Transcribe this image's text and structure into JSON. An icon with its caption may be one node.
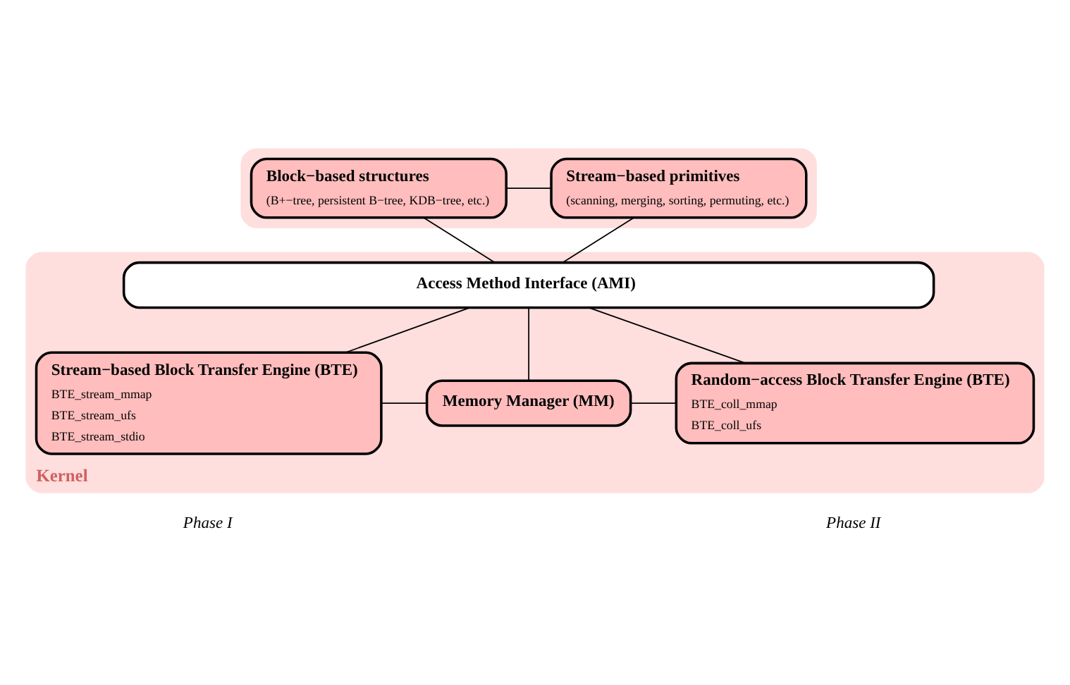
{
  "diagram": {
    "nodes": [
      {
        "text": [],
        "shape": "box"
      },
      {
        "text": [
          "Stream−based primitives",
          "(scanning, merging, sorting, permuting, etc.)"
        ],
        "in": 0
      },
      {
        "text": [
          "Block−based structures",
          "(B+−tree, persistent B−tree, KDB−tree, etc.)"
        ],
        "in": 0
      },
      {
        "text": [
          "Kernel"
        ]
      },
      {
        "text": [
          "Access Method Interface (AMI)"
        ],
        "in": 3
      },
      {
        "text": [
          "Stream−based Block Transfer Engine (BTE)",
          "BTE_stream_mmap",
          "BTE_stream_ufs",
          "BTE_stream_stdio"
        ],
        "in": 3
      },
      {
        "text": [
          "Memory Manager (MM)"
        ],
        "in": 3
      },
      {
        "text": [
          "Random−access Block Transfer Engine (BTE)",
          "BTE_coll_mmap",
          "BTE_coll_ufs"
        ],
        "in": 3
      }
    ],
    "edges": [
      {
        "from": 1,
        "to": 2,
        "arrow": "none"
      },
      {
        "from": 1,
        "to": 4,
        "arrow": "none"
      },
      {
        "from": 2,
        "to": 4,
        "arrow": "none"
      },
      {
        "from": 4,
        "to": 5,
        "arrow": "none"
      },
      {
        "from": 4,
        "to": 6,
        "arrow": "none"
      },
      {
        "from": 4,
        "to": 7,
        "arrow": "none"
      },
      {
        "from": 5,
        "to": 6,
        "arrow": "none"
      },
      {
        "from": 6,
        "to": 7,
        "arrow": "none"
      }
    ],
    "labels": [
      "Phase I",
      "Phase II"
    ]
  }
}
